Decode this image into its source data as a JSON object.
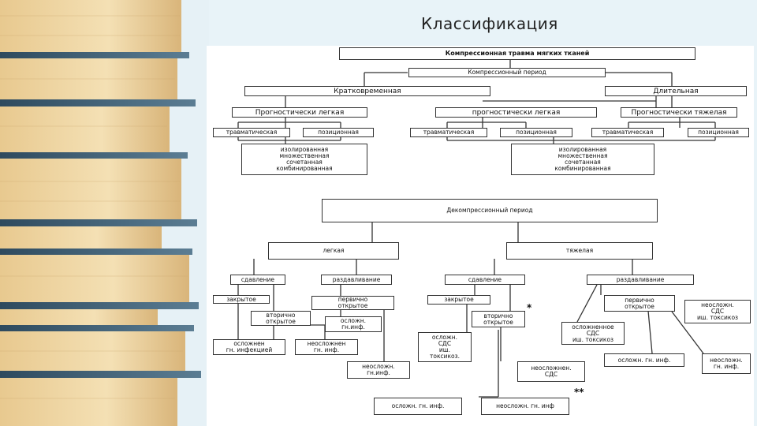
{
  "title": "Классификация",
  "nodes": {
    "root": "Компрессионная травма мягких тканей",
    "comp_period": "Компрессионный период",
    "short": "Кратковременная",
    "long": "Длительная",
    "short_light": "Прогностически легкая",
    "long_light": "прогностически легкая",
    "long_heavy": "Прогностически тяжелая",
    "trauma1": "травматическая",
    "pos1": "позиционная",
    "trauma2": "травматическая",
    "pos2": "позиционная",
    "trauma3": "травматическая",
    "pos3": "позиционная",
    "types1": "изолированная\nмножественная\nсочетанная\nкомбинированная",
    "types2": "изолированная\nмножественная\nсочетанная\nкомбинированная",
    "decomp": "Декомпрессионный период",
    "light": "легкая",
    "heavy": "тяжелая",
    "squeeze1": "сдавление",
    "crush1": "раздавливание",
    "squeeze2": "сдавление",
    "crush2": "раздавливание",
    "closed1": "закрытое",
    "prim_open1": "первично\nоткрытое",
    "sec_open1": "вторично\nоткрытое",
    "compl_gn1": "осложн.\nгн.инф.",
    "compl_inf1": "осложнен\nгн. инфекцией",
    "uncompl_gn1": "неосложнен\nгн. инф.",
    "uncompl_gn2": "неосложн.\nгн.инф.",
    "closed2": "закрытое",
    "sec_open2": "вторично\nоткрытое",
    "compl_sds1": "осложн.\nСДС\nиш.\nтоксикоз.",
    "uncompl_sds": "неосложнен.\nСДС",
    "compl_gn2": "осложн. гн. инф.",
    "uncompl_gn3": "неосложн. гн. инф",
    "prim_open2": "первично\nоткрытое",
    "uncompl_sds2": "неосложн.\nСДС\nиш. токсикоз",
    "compl_sds2": "осложненное\nСДС\nиш. токсикоз",
    "compl_gn3": "осложн. гн. инф.",
    "uncompl_gn4": "неосложн.\nгн. инф."
  },
  "marks": {
    "star1": "*",
    "star2": "**"
  },
  "colors": {
    "background": "#e8f3f8",
    "box_border": "#333333",
    "book_page": "#f1d9a6",
    "book_cover": "#3d5f77"
  }
}
